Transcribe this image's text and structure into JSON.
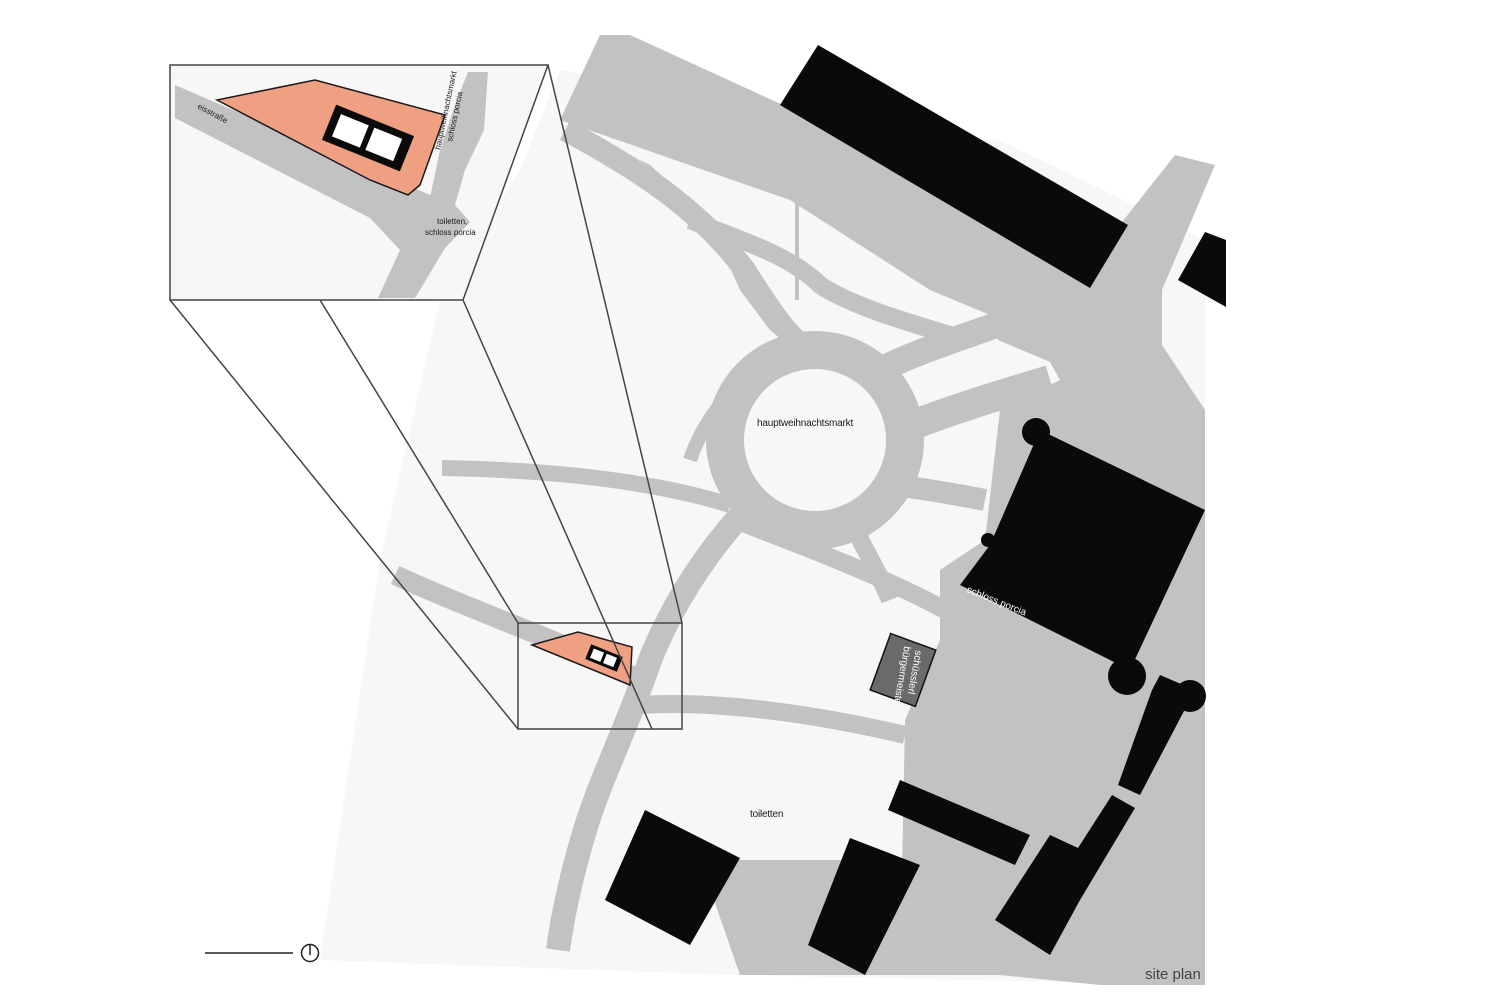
{
  "title": "site plan",
  "labels": {
    "main_market": "hauptweihnachtsmarkt",
    "castle": "schloss porcia",
    "toilets": "toiletten",
    "info_box_line1": "bürgermeister",
    "info_box_line2": "schüsslerl",
    "inset_street": "eisstraße",
    "inset_market_line1": "hauptweihnachtsmarkt",
    "inset_market_line2": "schloss porcia",
    "inset_toilets_line1": "toiletten,",
    "inset_toilets_line2": "schloss porcia"
  },
  "colors": {
    "road": "#c2c2c2",
    "plaza": "#f8f7f7",
    "building": "#0a0a0a",
    "site_highlight": "#f0a082",
    "frame": "#444444"
  },
  "icons": {
    "north_arrow": "north-arrow-icon"
  }
}
